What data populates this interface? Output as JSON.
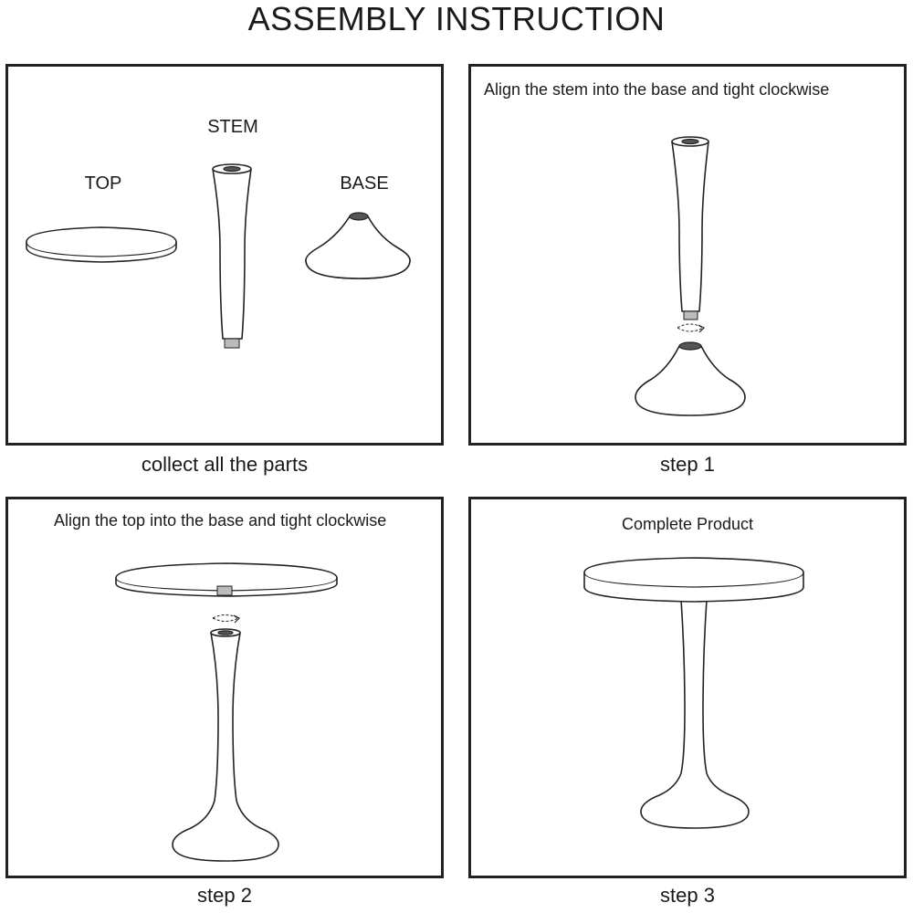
{
  "title": "ASSEMBLY INSTRUCTION",
  "panels": [
    {
      "caption": "collect all the parts",
      "parts": {
        "top": "TOP",
        "stem": "STEM",
        "base": "BASE"
      }
    },
    {
      "caption": "step 1",
      "instruction": "Align the stem into the base and tight clockwise"
    },
    {
      "caption": "step 2",
      "instruction": "Align the top into the base and tight clockwise"
    },
    {
      "caption": "step 3",
      "instruction": "Complete Product"
    }
  ]
}
